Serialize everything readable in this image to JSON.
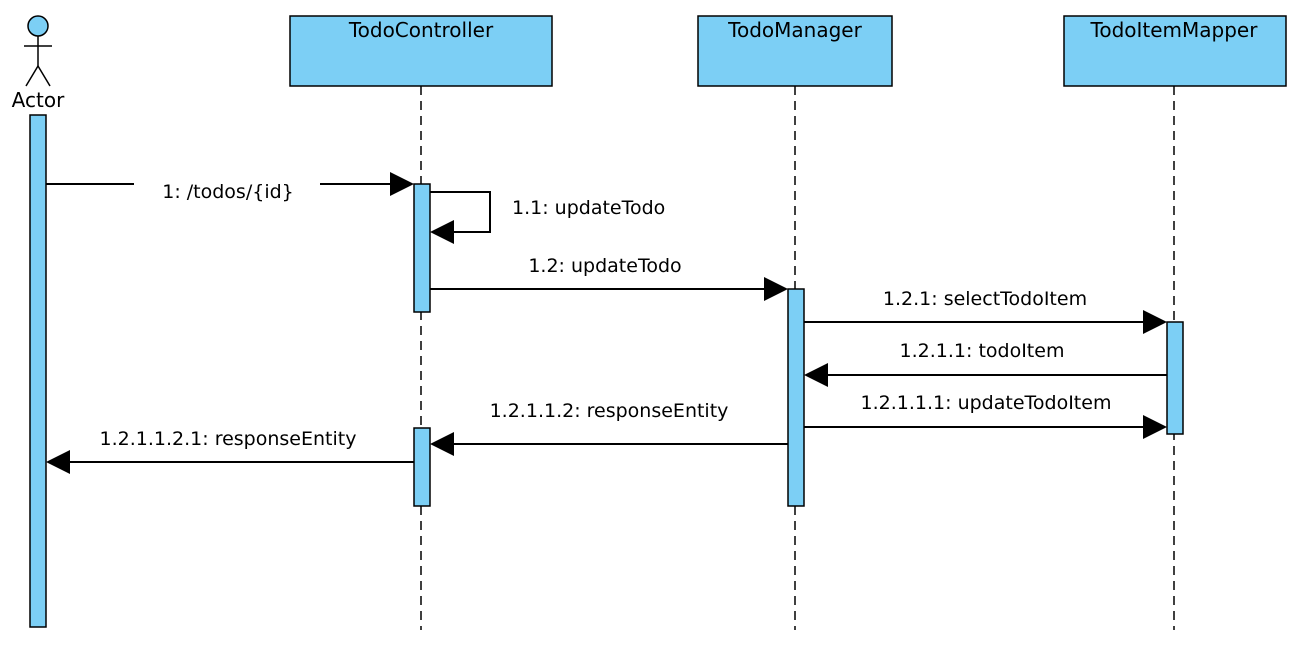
{
  "colors": {
    "box_fill": "#7ccff5",
    "stroke": "#000000",
    "background": "#ffffff"
  },
  "actor": {
    "label": "Actor"
  },
  "lifelines": [
    {
      "id": "todo-controller",
      "label": "TodoController"
    },
    {
      "id": "todo-manager",
      "label": "TodoManager"
    },
    {
      "id": "todo-item-mapper",
      "label": "TodoItemMapper"
    }
  ],
  "messages": [
    {
      "id": "m1",
      "label": "1: /todos/{id}"
    },
    {
      "id": "m1-1",
      "label": "1.1: updateTodo"
    },
    {
      "id": "m1-2",
      "label": "1.2: updateTodo"
    },
    {
      "id": "m1-2-1",
      "label": "1.2.1: selectTodoItem"
    },
    {
      "id": "m1-2-1-1",
      "label": "1.2.1.1: todoItem"
    },
    {
      "id": "m1-2-1-1-1",
      "label": "1.2.1.1.1: updateTodoItem"
    },
    {
      "id": "m1-2-1-1-2",
      "label": "1.2.1.1.2: responseEntity"
    },
    {
      "id": "m1-2-1-1-2-1",
      "label": "1.2.1.1.2.1: responseEntity"
    }
  ]
}
